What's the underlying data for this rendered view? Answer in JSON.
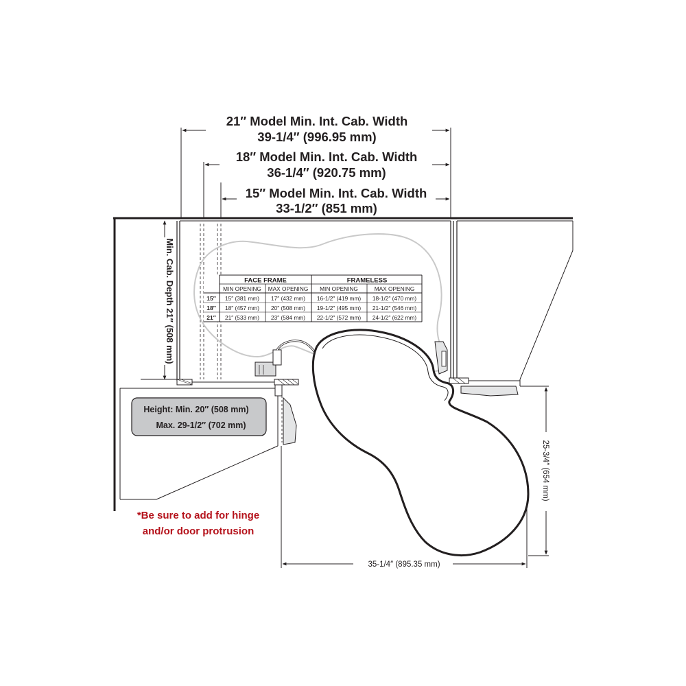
{
  "dimensions": {
    "w21_line1": "21″ Model Min. Int. Cab. Width",
    "w21_line2": "39-1/4″ (996.95 mm)",
    "w18_line1": "18″ Model Min. Int. Cab. Width",
    "w18_line2": "36-1/4″ (920.75 mm)",
    "w15_line1": "15″ Model Min. Int. Cab. Width",
    "w15_line2": "33-1/2″ (851 mm)",
    "depth": "Min. Cab. Depth 21″ (508 mm)",
    "bottom_width": "35-1/4″ (895.35 mm)",
    "right_depth": "25-3/4″ (654 mm)"
  },
  "height_box": {
    "line1": "Height: Min. 20″ (508 mm)",
    "line2": "Max. 29-1/2″ (702 mm)"
  },
  "note": {
    "line1": "*Be sure to add for hinge",
    "line2": "and/or door protrusion"
  },
  "table": {
    "group_face_frame": "FACE FRAME",
    "group_frameless": "FRAMELESS",
    "col_min": "MIN OPENING",
    "col_max": "MAX OPENING",
    "rows": [
      {
        "model": "15″",
        "ff_min": "15″ (381 mm)",
        "ff_max": "17″ (432 mm)",
        "fl_min": "16-1/2″ (419 mm)",
        "fl_max": "18-1/2″ (470 mm)"
      },
      {
        "model": "18″",
        "ff_min": "18″ (457 mm)",
        "ff_max": "20″ (508 mm)",
        "fl_min": "19-1/2″ (495 mm)",
        "fl_max": "21-1/2″ (546 mm)"
      },
      {
        "model": "21″",
        "ff_min": "21″ (533 mm)",
        "ff_max": "23″ (584 mm)",
        "fl_min": "22-1/2″ (572 mm)",
        "fl_max": "24-1/2″ (622 mm)"
      }
    ]
  },
  "colors": {
    "line": "#231f20",
    "note_red": "#b5121b",
    "box_fill": "#c8c9cb",
    "ghost": "#c9c9c9"
  }
}
